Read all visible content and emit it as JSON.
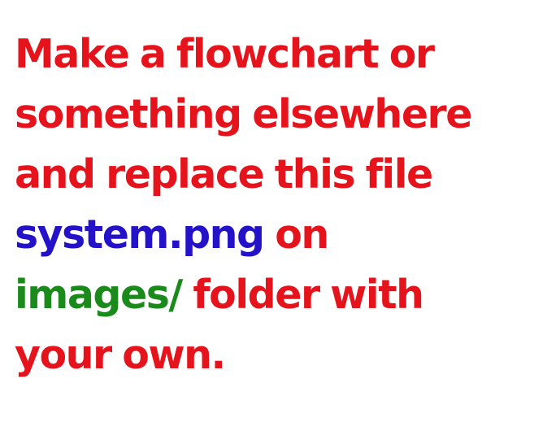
{
  "colors": {
    "red": "#e5141c",
    "blue": "#2412c9",
    "green": "#1a8a1a",
    "background": "#ffffff"
  },
  "message": {
    "line1": "Make a flowchart or",
    "line2": "something elsewhere",
    "line3": "and replace this file",
    "filename": "system.png",
    "line4_rest": " on",
    "folder": "images/",
    "line5_rest": " folder with",
    "line6": "your own."
  }
}
